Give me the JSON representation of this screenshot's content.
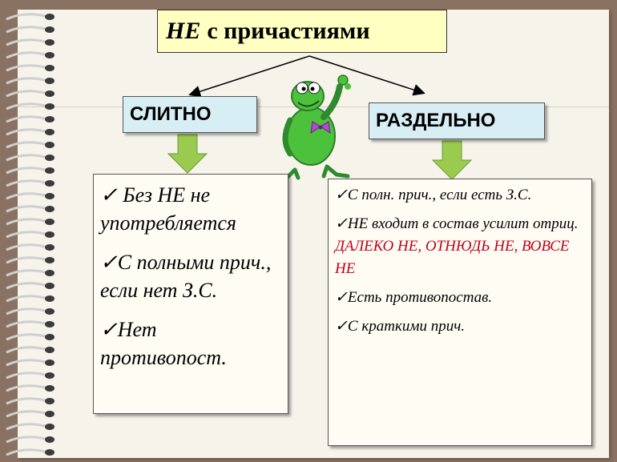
{
  "title": {
    "em": "НЕ",
    "rest": "с причастиями"
  },
  "left": {
    "label": "СЛИТНО",
    "items": [
      "✓ Без НЕ не употребляется",
      "✓С полными прич., если нет З.С.",
      "✓Нет противопост."
    ]
  },
  "right": {
    "label": "РАЗДЕЛЬНО",
    "items": [
      {
        "text": "✓С полн. прич., если есть З.С."
      },
      {
        "text": "✓НЕ входит в состав усилит отриц. ",
        "red": "ДАЛЕКО НЕ, ОТНЮДЬ НЕ, ВОВСЕ НЕ"
      },
      {
        "text": "✓Есть противопостав."
      },
      {
        "text": "✓С краткими прич."
      }
    ]
  },
  "colors": {
    "title_bg": "#ffffc2",
    "label_bg": "#d8eef5",
    "arrow_green": "#9acb4f",
    "accent_red": "#c00020",
    "page_bg": "#f6f3ea",
    "frame_brown": "#8a7262"
  }
}
